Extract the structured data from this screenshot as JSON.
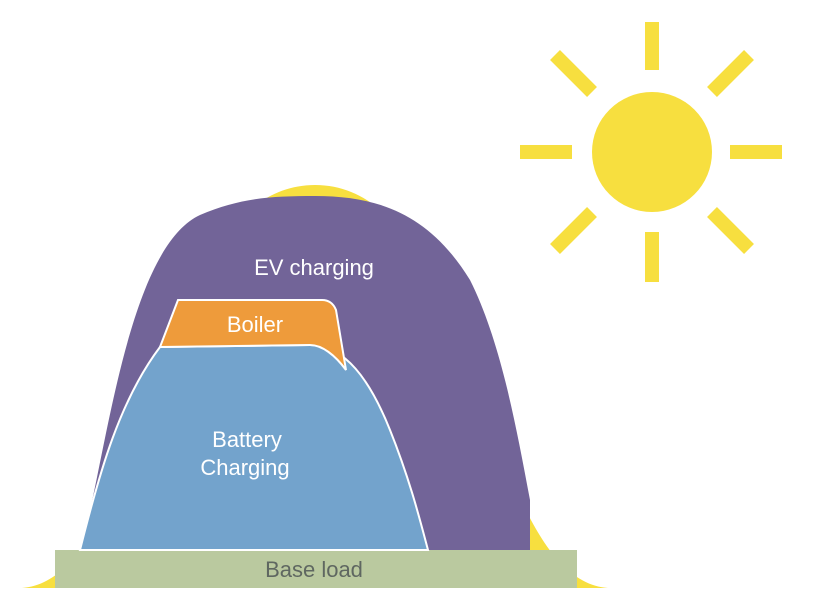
{
  "diagram": {
    "segments": [
      {
        "id": "ev",
        "label_lines": [
          "EV charging"
        ],
        "color": "#726498"
      },
      {
        "id": "boiler",
        "label_lines": [
          "Boiler"
        ],
        "color": "#ee9b3b"
      },
      {
        "id": "battery",
        "label_lines": [
          "Battery",
          "Charging"
        ],
        "color": "#73a3cc"
      },
      {
        "id": "base",
        "label_lines": [
          "Base load"
        ],
        "color": "#bac99f"
      }
    ],
    "outline_color": "#f7df3f",
    "sun_color": "#f7df3f"
  }
}
